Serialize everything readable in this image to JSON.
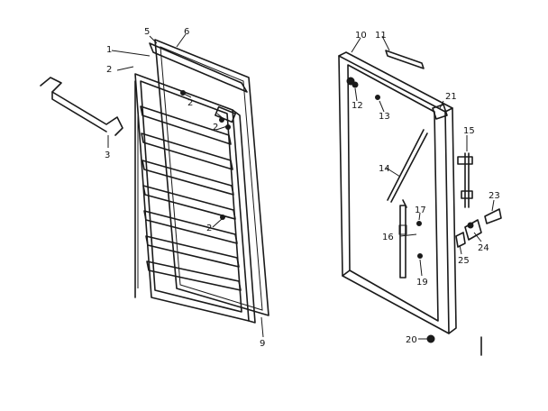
{
  "callouts": {
    "c1": "1",
    "c2a": "2",
    "c2b": "2",
    "c2c": "2",
    "c2d": "2",
    "c3": "3",
    "c5": "5",
    "c6": "6",
    "c9": "9",
    "c10": "10",
    "c11": "11",
    "c12": "12",
    "c13": "13",
    "c14": "14",
    "c15": "15",
    "c16": "16",
    "c17": "17",
    "c19": "19",
    "c20": "20",
    "c21": "21",
    "c23": "23",
    "c24": "24",
    "c25": "25"
  }
}
